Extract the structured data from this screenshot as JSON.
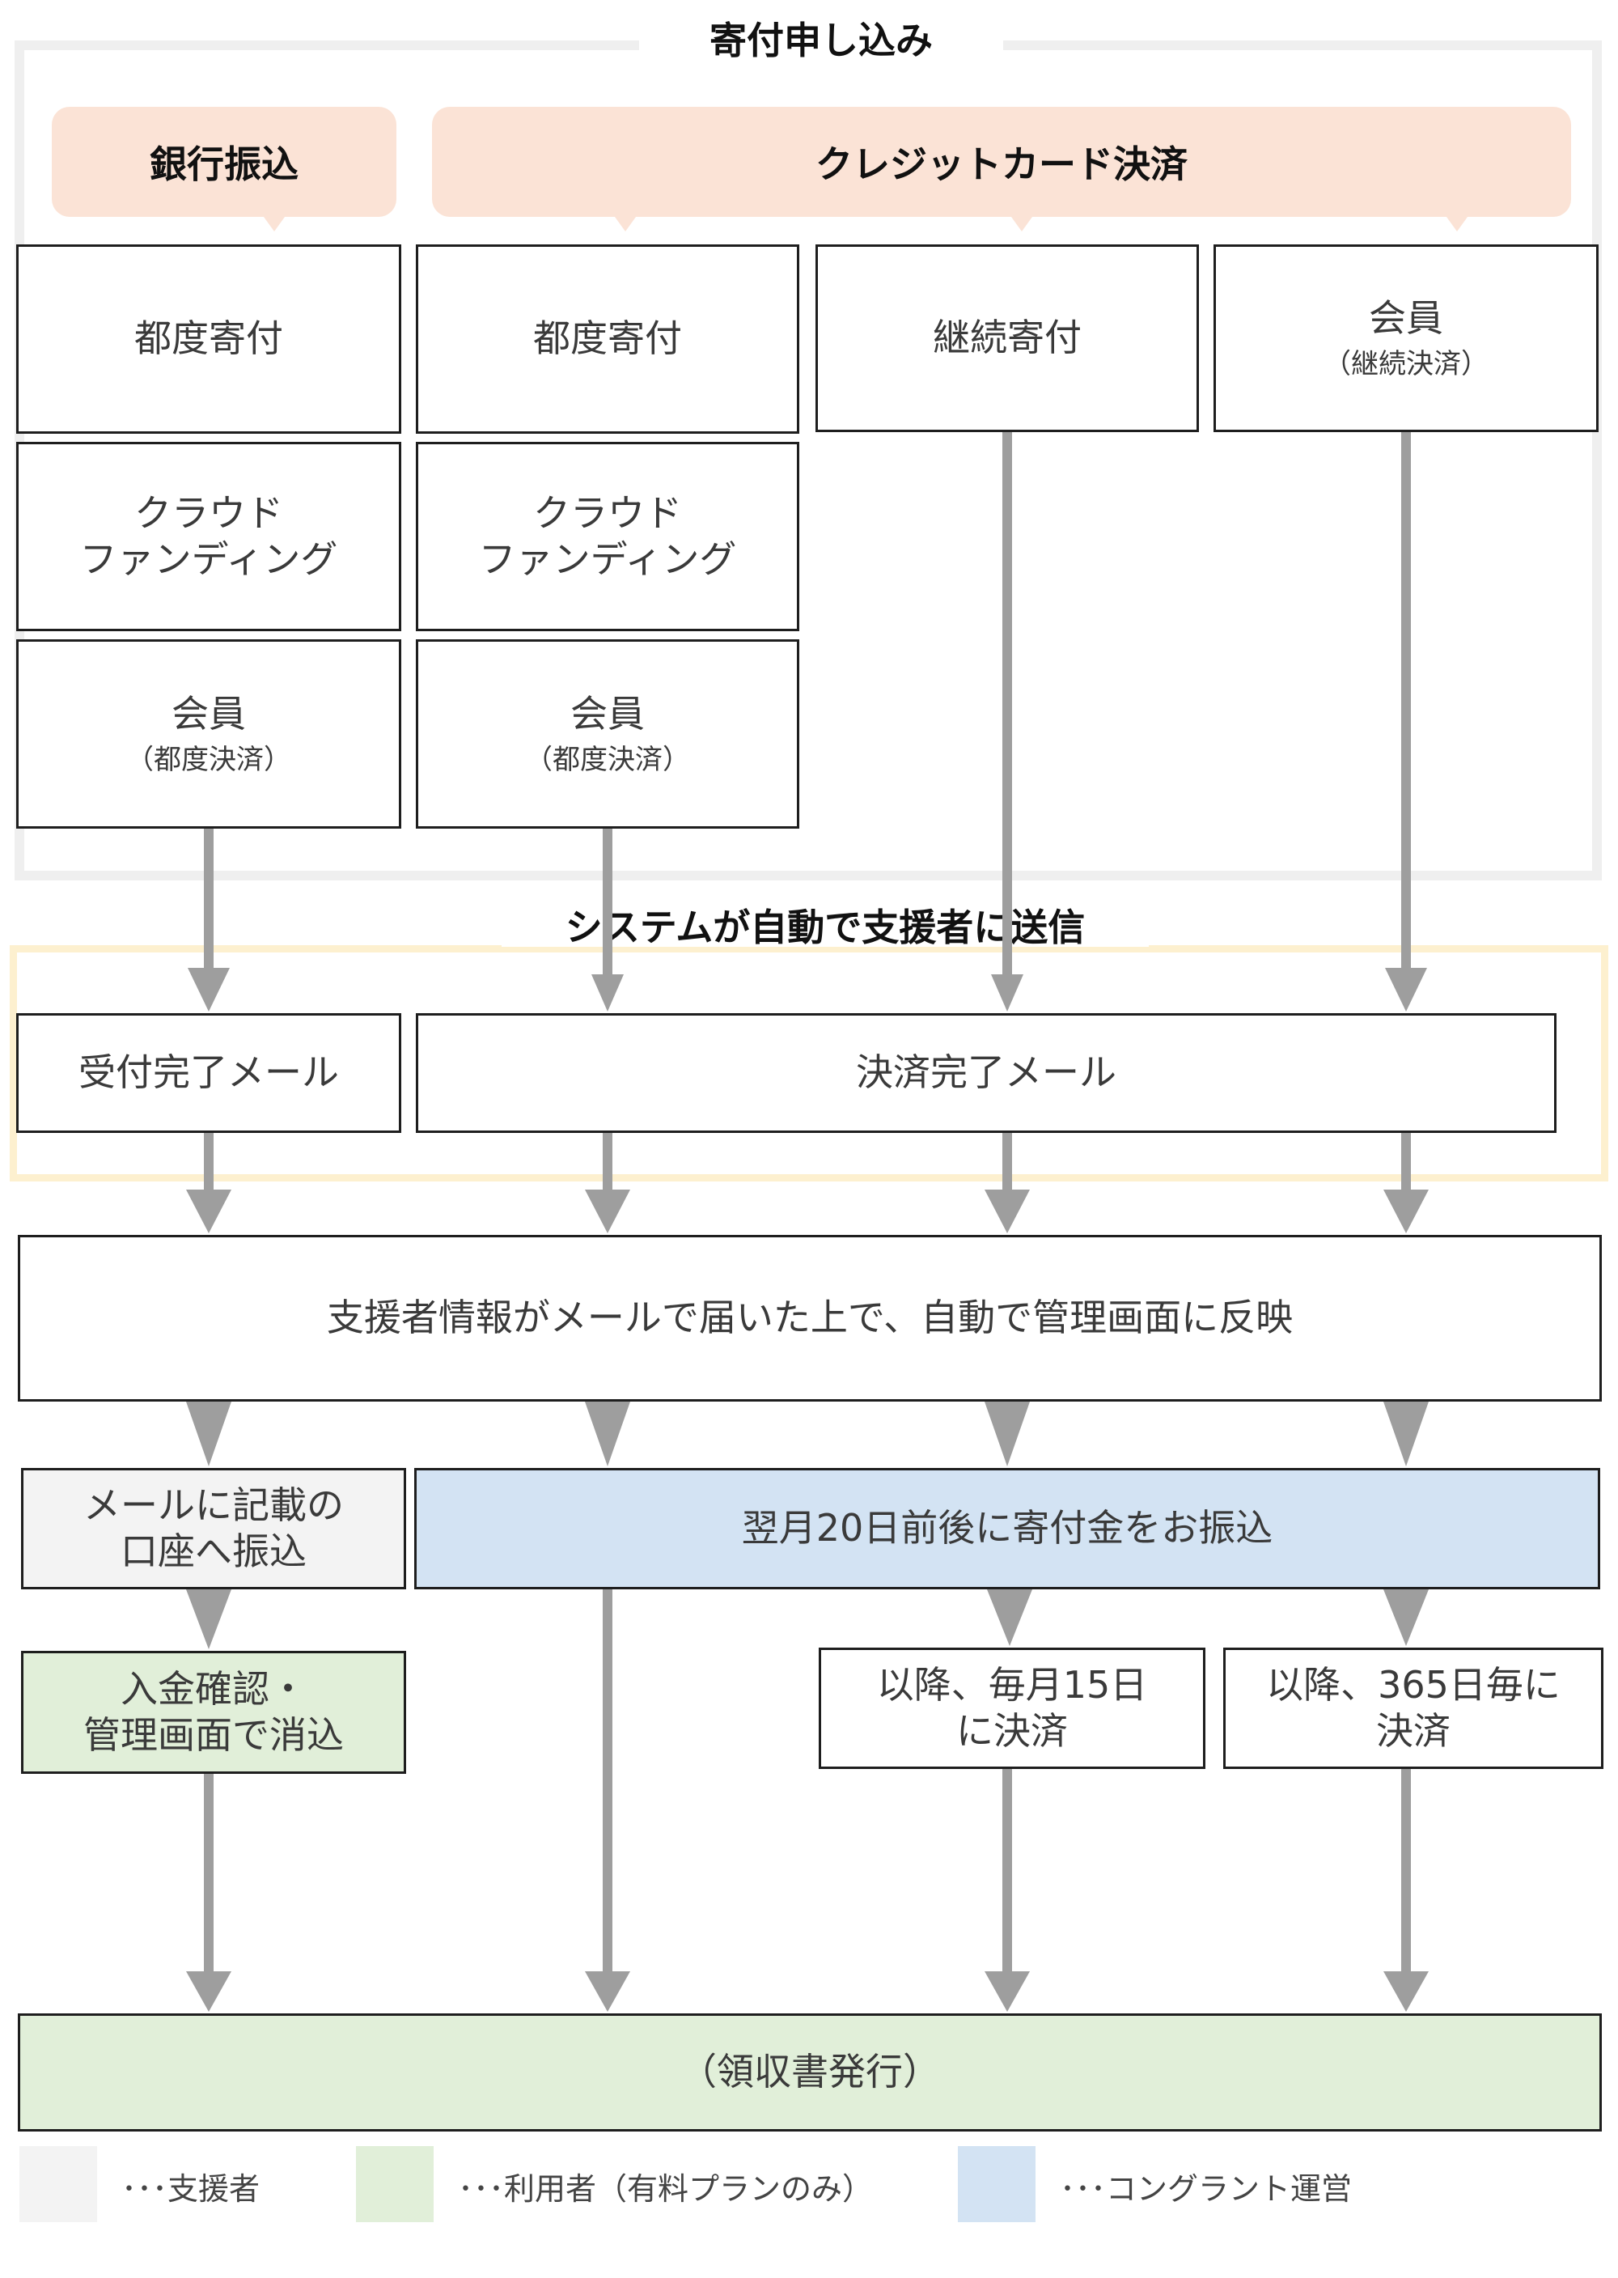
{
  "title_application": "寄付申し込み",
  "title_auto_send": "システムが自動で支援者に送信",
  "headers": {
    "bank_transfer": "銀行振込",
    "credit_card": "クレジットカード決済"
  },
  "bank_column": {
    "one_time": "都度寄付",
    "crowdfunding": [
      "クラウド",
      "ファンディング"
    ],
    "member": "会員",
    "member_note": "（都度決済）"
  },
  "card_column_1": {
    "one_time": "都度寄付",
    "crowdfunding": [
      "クラウド",
      "ファンディング"
    ],
    "member": "会員",
    "member_note": "（都度決済）"
  },
  "card_column_2": {
    "recurring": "継続寄付"
  },
  "card_column_3": {
    "member": "会員",
    "member_note": "（継続決済）"
  },
  "emails": {
    "receipt_mail": "受付完了メール",
    "payment_mail": "決済完了メール"
  },
  "reflect": "支援者情報がメールで届いた上で、自動で管理画面に反映",
  "transfer_instruction": [
    "メールに記載の",
    "口座へ振込"
  ],
  "monthly_transfer": "翌月20日前後に寄付金をお振込",
  "confirm_payment": [
    "入金確認・",
    "管理画面で消込"
  ],
  "monthly_billing": [
    "以降、毎月15日",
    "に決済"
  ],
  "yearly_billing": [
    "以降、365日毎に",
    "決済"
  ],
  "receipt_issue": "（領収書発行）",
  "legend": [
    {
      "label": "･･･支援者",
      "color": "#f3f3f3"
    },
    {
      "label": "･･･利用者（有料プランのみ）",
      "color": "#e1efd9"
    },
    {
      "label": "･･･コングラント運営",
      "color": "#d3e3f3"
    }
  ],
  "colors": {
    "arrow": "#9e9e9e",
    "supporter": "#f3f3f3",
    "user": "#e1efd9",
    "operator": "#d3e3f3",
    "header": "#fbe3d6"
  }
}
